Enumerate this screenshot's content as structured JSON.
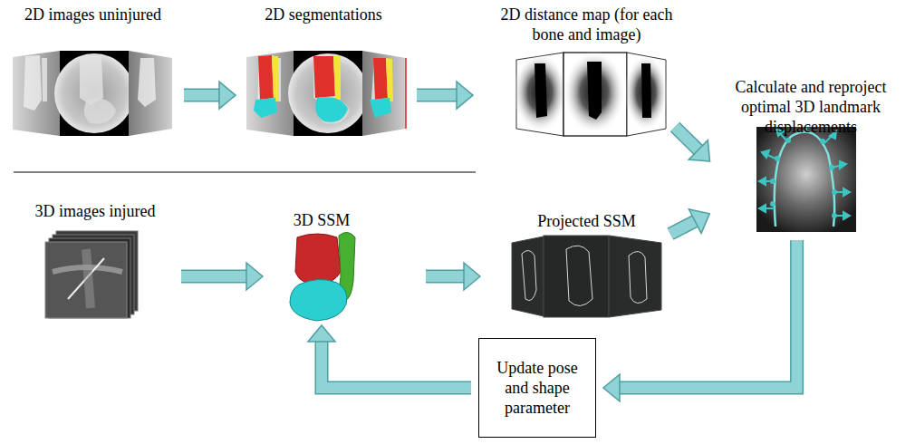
{
  "diagram": {
    "nodes": [
      {
        "text": [
          "2D images uninjured"
        ]
      },
      {
        "text": [
          "2D segmentations"
        ]
      },
      {
        "text": [
          "2D distance map (for each bone and image)"
        ]
      },
      {
        "text": [
          "Calculate and reproject optimal 3D landmark displacements"
        ]
      },
      {
        "text": [
          "3D images injured"
        ]
      },
      {
        "text": [
          "3D SSM"
        ]
      },
      {
        "text": [
          "Projected SSM"
        ]
      },
      {
        "text": [
          "Update pose and shape parameter"
        ]
      }
    ],
    "edges": [
      {
        "from": 0,
        "to": 1,
        "arrow": "to"
      },
      {
        "from": 1,
        "to": 2,
        "arrow": "to"
      },
      {
        "from": 2,
        "to": 3,
        "arrow": "to"
      },
      {
        "from": 4,
        "to": 5,
        "arrow": "to"
      },
      {
        "from": 5,
        "to": 6,
        "arrow": "to"
      },
      {
        "from": 6,
        "to": 3,
        "arrow": "to"
      },
      {
        "from": 3,
        "to": 7,
        "arrow": "to"
      },
      {
        "from": 7,
        "to": 5,
        "arrow": "to"
      }
    ]
  }
}
